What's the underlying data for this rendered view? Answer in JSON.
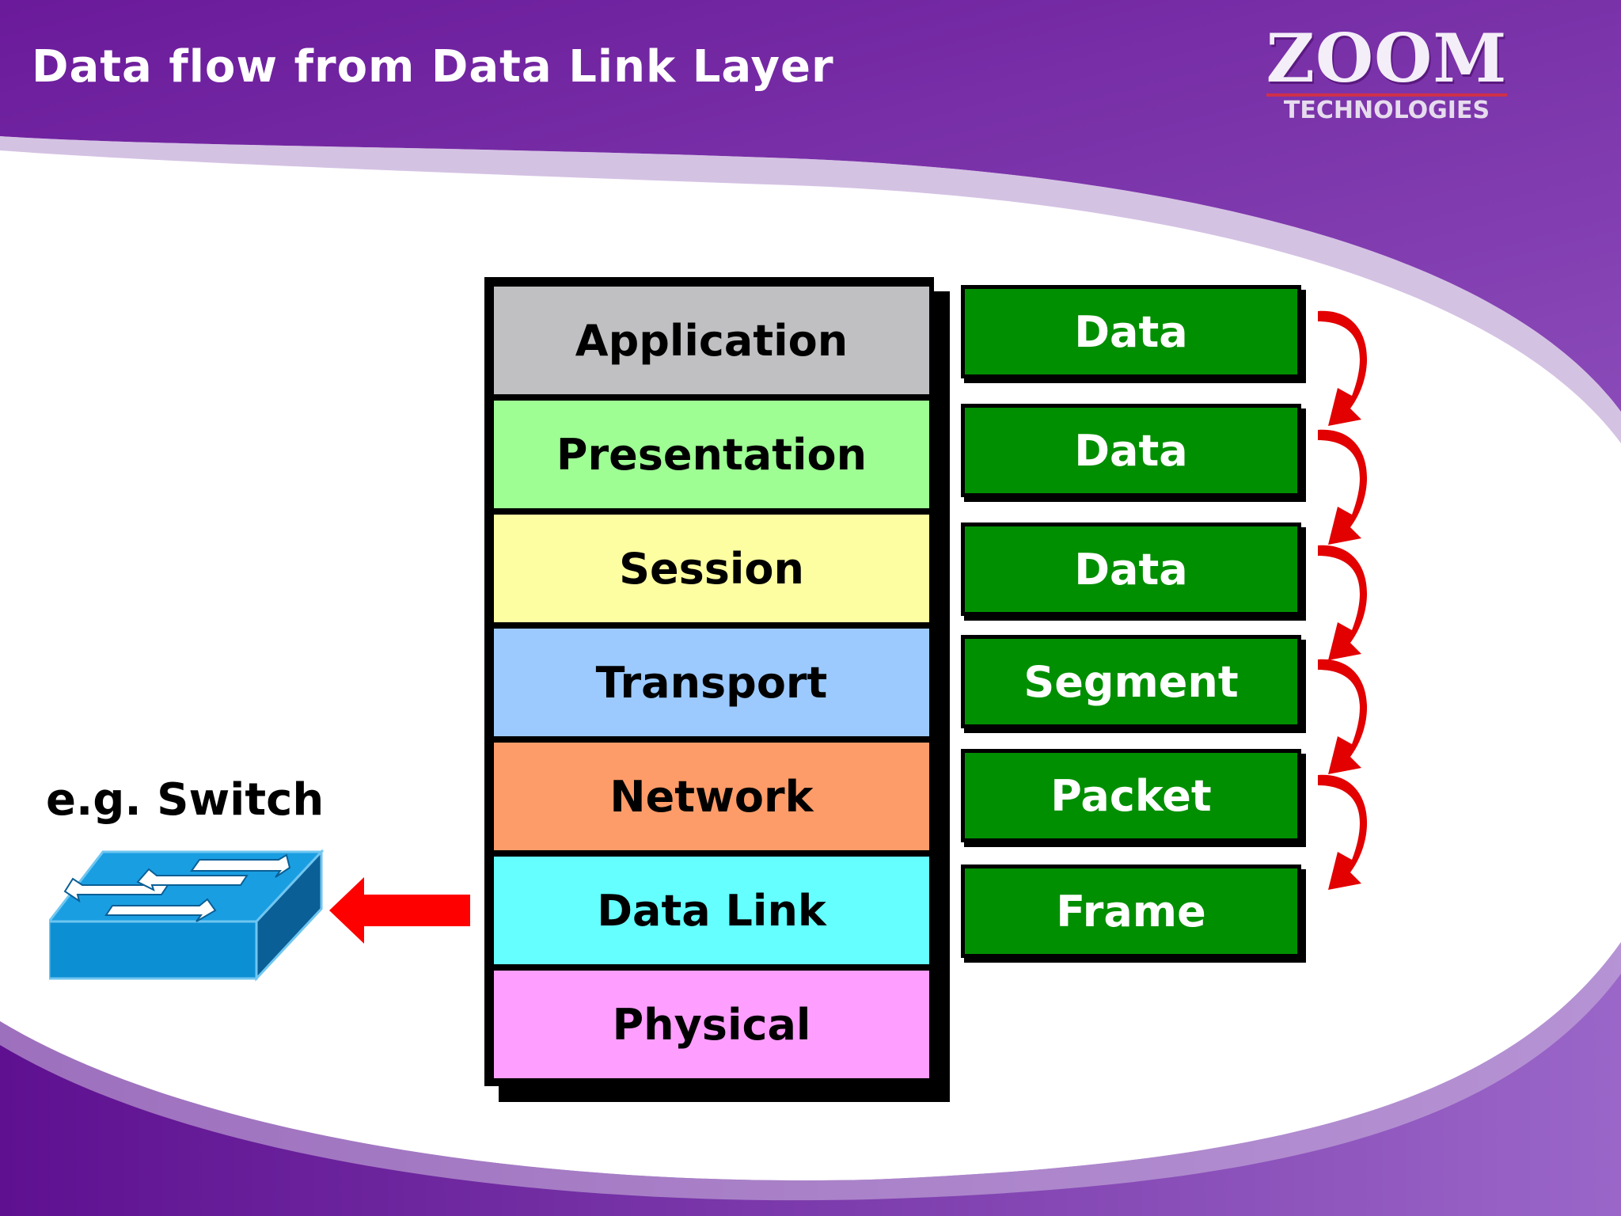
{
  "title": "Data flow from Data Link Layer",
  "logo": {
    "main": "ZOOM",
    "sub": "TECHNOLOGIES"
  },
  "layers": [
    {
      "label": "Application",
      "color": "#c0bfc1"
    },
    {
      "label": "Presentation",
      "color": "#9efe94"
    },
    {
      "label": "Session",
      "color": "#fdfea2"
    },
    {
      "label": "Transport",
      "color": "#9ccafe"
    },
    {
      "label": "Network",
      "color": "#fd9c69"
    },
    {
      "label": "Data Link",
      "color": "#65ffff"
    },
    {
      "label": "Physical",
      "color": "#fe9efe"
    }
  ],
  "pdus": [
    "Data",
    "Data",
    "Data",
    "Segment",
    "Packet",
    "Frame"
  ],
  "device": {
    "label": "e.g. Switch",
    "icon": "network-switch-icon"
  },
  "colors": {
    "header_purple": "#6e1a9e",
    "pdu_green": "#008f00",
    "arrow_red": "#ff0000",
    "switch_blue": "#1296d8"
  }
}
